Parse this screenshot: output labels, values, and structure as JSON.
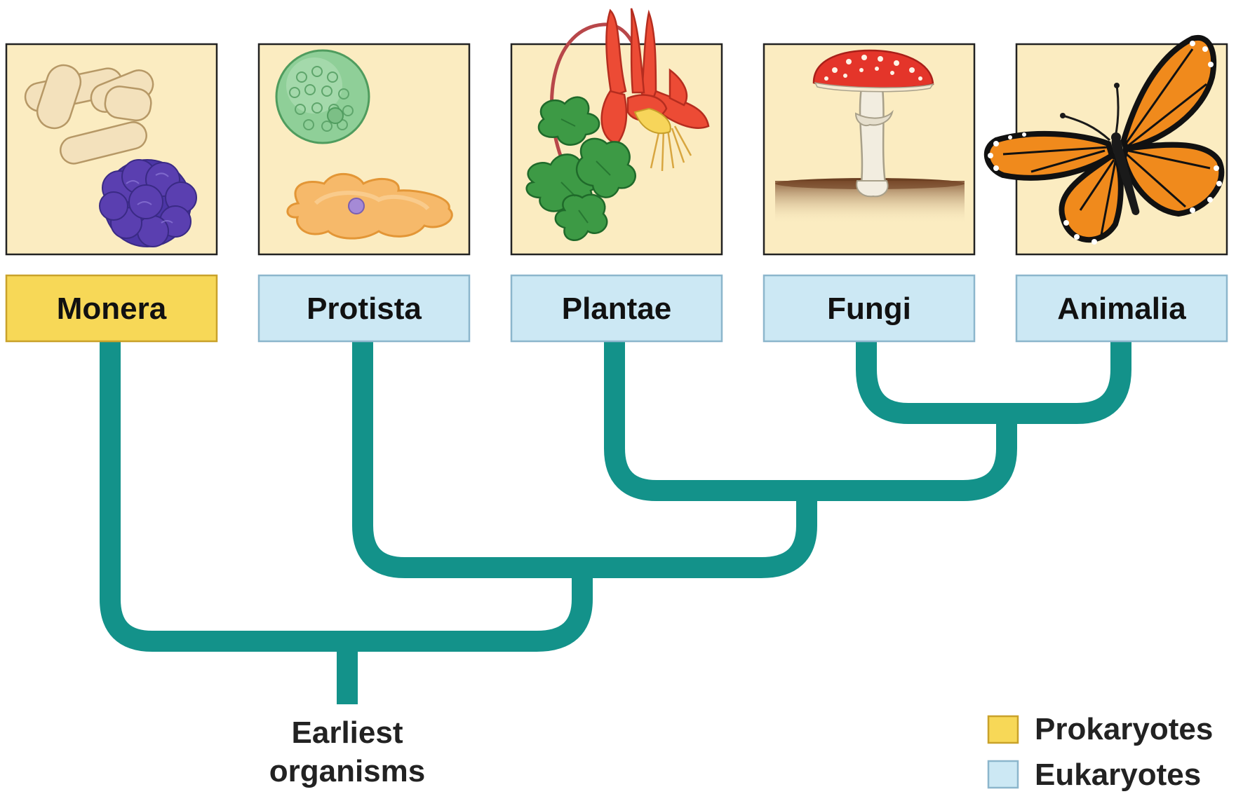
{
  "colors": {
    "branch": "#13928a",
    "prokaryote_fill": "#f7d857",
    "prokaryote_border": "#c9a22a",
    "eukaryote_fill": "#cce8f4",
    "eukaryote_border": "#8cb6cc",
    "image_bg": "#fbecc1"
  },
  "kingdoms": [
    {
      "name": "Monera",
      "cell_type": "prokaryote",
      "illustration": "bacteria-icon"
    },
    {
      "name": "Protista",
      "cell_type": "eukaryote",
      "illustration": "protist-icon"
    },
    {
      "name": "Plantae",
      "cell_type": "eukaryote",
      "illustration": "columbine-flower-icon"
    },
    {
      "name": "Fungi",
      "cell_type": "eukaryote",
      "illustration": "mushroom-icon"
    },
    {
      "name": "Animalia",
      "cell_type": "eukaryote",
      "illustration": "monarch-butterfly-icon"
    }
  ],
  "root": {
    "line1": "Earliest",
    "line2": "organisms"
  },
  "legend": {
    "prokaryotes": "Prokaryotes",
    "eukaryotes": "Eukaryotes"
  }
}
